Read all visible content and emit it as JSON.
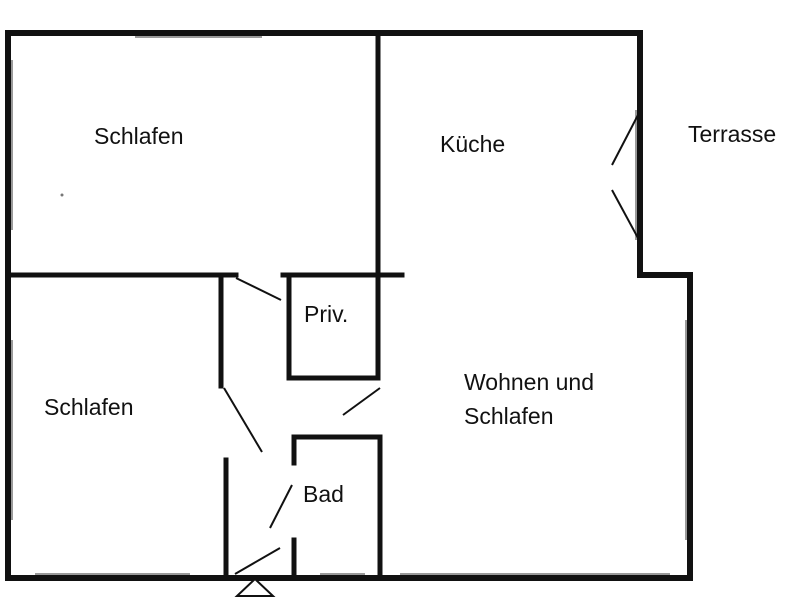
{
  "plan": {
    "rooms": {
      "schlafen_oben": "Schlafen",
      "kueche": "Küche",
      "terrasse": "Terrasse",
      "priv": "Priv.",
      "schlafen_unten": "Schlafen",
      "wohnen_line1": "Wohnen und",
      "wohnen_line2": "Schlafen",
      "bad": "Bad"
    },
    "colors": {
      "wall": "#111111",
      "window": "#9a9a9a",
      "background": "#ffffff"
    }
  }
}
